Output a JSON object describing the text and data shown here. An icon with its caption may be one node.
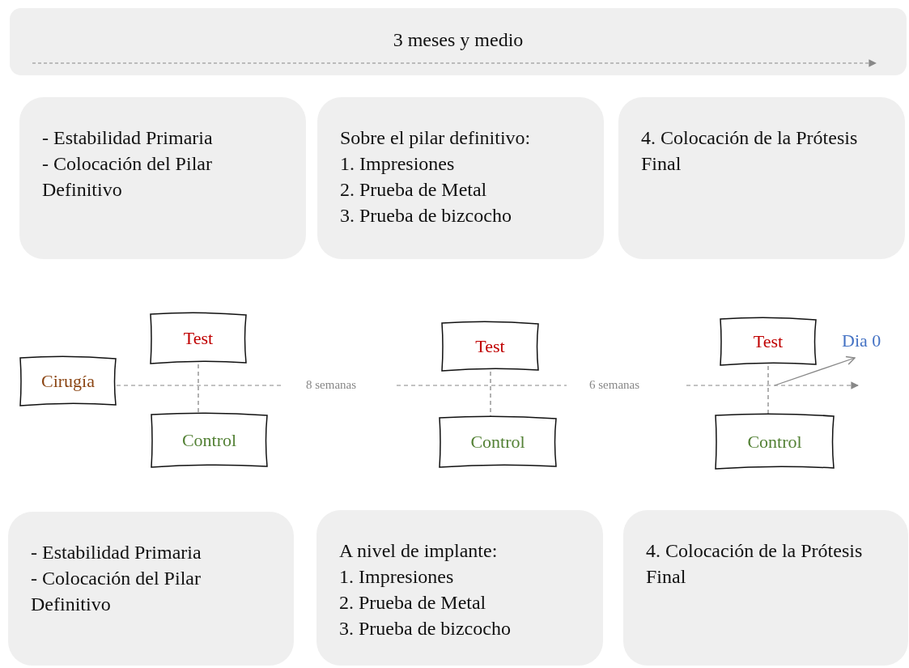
{
  "diagram": {
    "nodes": [
      {
        "text": [
          "3 meses y medio"
        ]
      },
      {
        "text": [
          "- Estabilidad Primaria",
          "- Colocación del Pilar Definitivo"
        ]
      },
      {
        "text": [
          "Sobre el pilar definitivo:",
          "1. Impresiones",
          "2. Prueba de Metal",
          "3. Prueba de bizcocho"
        ]
      },
      {
        "text": [
          "4. Colocación de la Prótesis Final"
        ]
      },
      {
        "text": [
          "Cirugía"
        ]
      },
      {
        "text": [
          "Test"
        ]
      },
      {
        "text": [
          "Control"
        ]
      },
      {
        "text": [
          "Test"
        ]
      },
      {
        "text": [
          "Control"
        ]
      },
      {
        "text": [
          "Test"
        ]
      },
      {
        "text": [
          "Control"
        ]
      },
      {
        "text": [
          "Dia 0"
        ]
      },
      {
        "text": [
          "- Estabilidad Primaria",
          "- Colocación del Pilar Definitivo"
        ]
      },
      {
        "text": [
          "A nivel de implante:",
          "1. Impresiones",
          "2. Prueba de Metal",
          "3. Prueba de bizcocho"
        ]
      },
      {
        "text": [
          "4. Colocación de la Prótesis Final"
        ]
      }
    ],
    "edges": [
      {
        "from": 5,
        "to": 6,
        "arrow": "none",
        "style": "dashed"
      },
      {
        "from": 7,
        "to": 8,
        "arrow": "none",
        "style": "dashed"
      },
      {
        "from": 9,
        "to": 10,
        "arrow": "none",
        "style": "dashed"
      },
      {
        "from": null,
        "to": 11,
        "arrow": "to"
      }
    ],
    "labels": [
      "8 semanas",
      "6 semanas"
    ]
  }
}
